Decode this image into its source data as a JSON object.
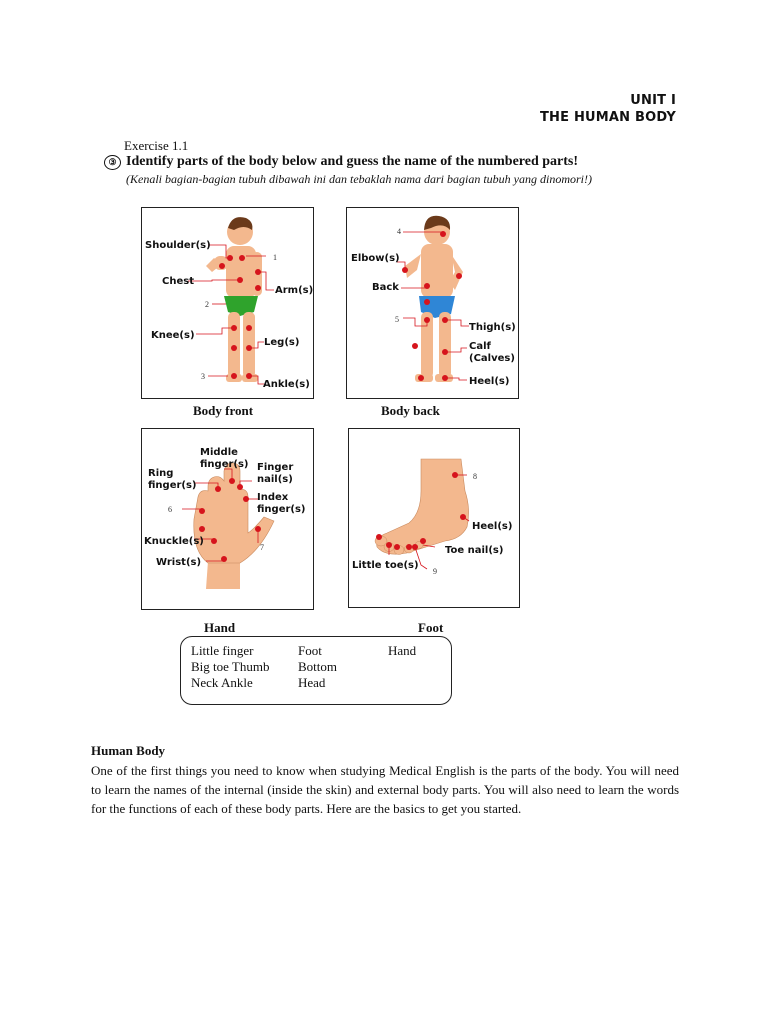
{
  "header": {
    "unit": "UNIT I",
    "title": "THE HUMAN BODY"
  },
  "exercise": {
    "label": "Exercise 1.1",
    "instruction_icon": "numbered-circle-icon",
    "instruction": "Identify parts of the body below and guess the name of the numbered parts!",
    "translation": "(Kenali bagian-bagian tubuh dibawah ini dan tebaklah nama dari bagian tubuh yang dinomori!)"
  },
  "figures": {
    "body_front": {
      "caption": "Body front",
      "labels": {
        "shoulder": "Shoulder(s)",
        "chest": "Chest",
        "arm": "Arm(s)",
        "knee": "Knee(s)",
        "leg": "Leg(s)",
        "ankle": "Ankle(s)"
      },
      "numbers": [
        "1",
        "2",
        "3"
      ]
    },
    "body_back": {
      "caption": "Body back",
      "labels": {
        "elbow": "Elbow(s)",
        "back": "Back",
        "thigh": "Thigh(s)",
        "calf1": "Calf",
        "calf2": "(Calves)",
        "heel": "Heel(s)"
      },
      "numbers": [
        "4",
        "5"
      ]
    },
    "hand": {
      "caption": "Hand",
      "labels": {
        "middle1": "Middle",
        "middle2": "finger(s)",
        "ring1": "Ring",
        "ring2": "finger(s)",
        "nail1": "Finger",
        "nail2": "nail(s)",
        "index1": "Index",
        "index2": "finger(s)",
        "knuckle": "Knuckle(s)",
        "wrist": "Wrist(s)"
      },
      "numbers": [
        "6",
        "7"
      ]
    },
    "foot": {
      "caption": "Foot",
      "labels": {
        "heel": "Heel(s)",
        "toenail": "Toe nail(s)",
        "littletoe": "Little toe(s)"
      },
      "numbers": [
        "8",
        "9"
      ]
    }
  },
  "word_bank": {
    "rows": [
      [
        "Little finger",
        "Foot",
        "Hand"
      ],
      [
        "Big toe Thumb",
        "Bottom",
        ""
      ],
      [
        "Neck Ankle",
        "Head",
        ""
      ]
    ]
  },
  "section": {
    "title": "Human Body",
    "paragraph": "One of the first things you need to know when studying Medical English is the parts of the body. You will need to learn the names of the internal (inside the skin) and external body parts. You will also need to learn the words for the  functions of each of these body parts. Here are the basics to get you started."
  },
  "colors": {
    "marker": "#d6141c",
    "skin": "#f3b88e",
    "hair": "#6b3a1a",
    "front_briefs": "#2fa32c",
    "back_briefs": "#2f86d6"
  }
}
